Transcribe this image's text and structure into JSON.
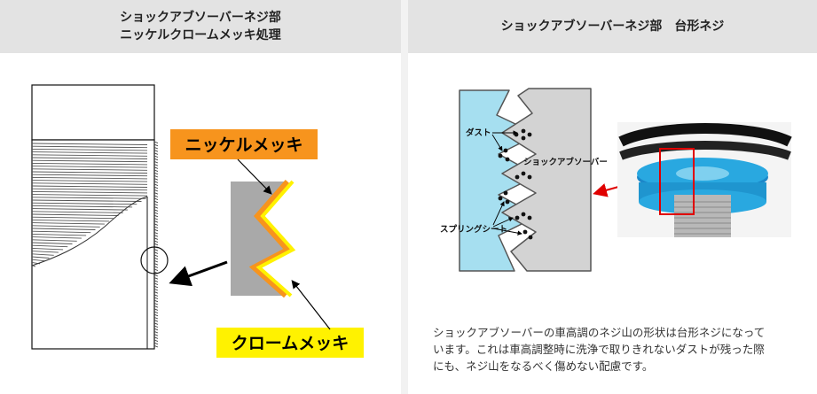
{
  "left_panel": {
    "title_line1": "ショックアブソーバーネジ部",
    "title_line2": "ニッケルクロームメッキ処理",
    "label_nickel": "ニッケルメッキ",
    "label_chrome": "クロームメッキ",
    "colors": {
      "nickel_label_bg": "#f7941d",
      "chrome_label_bg": "#fff200",
      "base_metal": "#a9a9a9"
    }
  },
  "right_panel": {
    "title": "ショックアブソーバーネジ部　台形ネジ",
    "label_dust": "ダスト",
    "label_shock": "ショックアブソーバー",
    "label_spring_seat": "スプリングシート",
    "caption_line1": "ショックアブソーバーの車高調のネジ山の形状は台形ネジになって",
    "caption_line2": "います。これは車高調整時に洗浄で取りきれないダストが残った際",
    "caption_line3": "にも、ネジ山をなるべく傷めない配慮です。",
    "colors": {
      "spring_seat": "#a6dff0",
      "shock_absorber": "#d3d3d3",
      "highlight": "#e00000",
      "collar": "#29a8e0"
    }
  }
}
